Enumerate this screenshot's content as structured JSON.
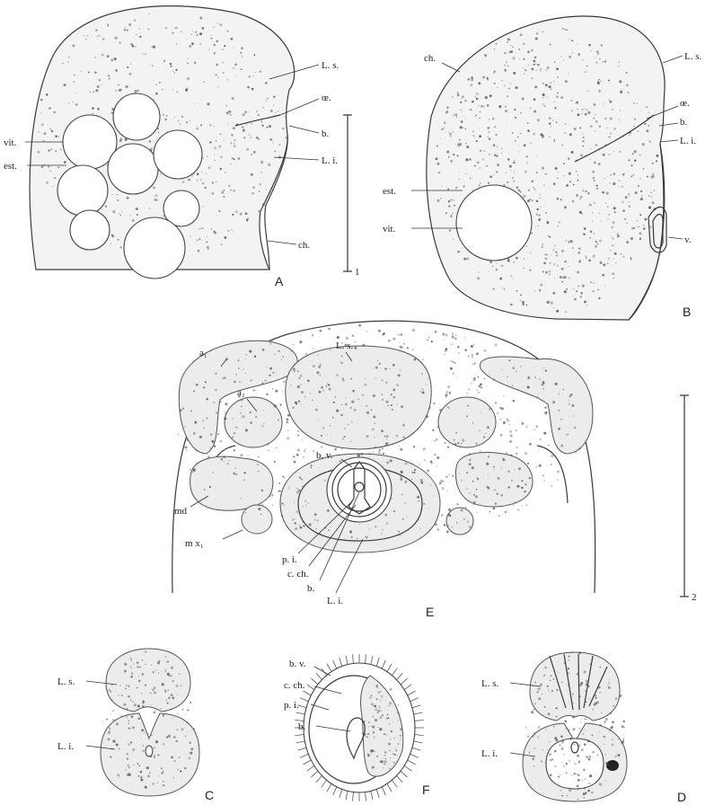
{
  "panels": {
    "A": {
      "letter": "A",
      "labels": {
        "ls": "L. s.",
        "oe": "œ.",
        "b": "b.",
        "li": "L. i.",
        "vit": "vit.",
        "est": "est.",
        "ch": "ch."
      }
    },
    "B": {
      "letter": "B",
      "labels": {
        "ch": "ch.",
        "ls": "L. s.",
        "oe": "œ.",
        "b": "b.",
        "li": "L. i.",
        "est": "est.",
        "vit": "vit.",
        "v": "v."
      }
    },
    "E": {
      "letter": "E",
      "labels": {
        "a1": "a₁",
        "a2": "a₂",
        "ls": "L. s.",
        "bv": "b. v.",
        "md": "md",
        "mx1": "m x₁",
        "pi": "p. i.",
        "cch": "c. ch.",
        "b": "b.",
        "li": "L. i."
      }
    },
    "C": {
      "letter": "C",
      "labels": {
        "ls": "L. s.",
        "li": "L. i."
      }
    },
    "F": {
      "letter": "F",
      "labels": {
        "bv": "b. v.",
        "cch": "c. ch.",
        "pi": "p. i.",
        "b": "b."
      }
    },
    "D": {
      "letter": "D",
      "labels": {
        "ls": "L. s.",
        "li": "L. i."
      }
    }
  },
  "scale_bars": [
    {
      "label": "1"
    },
    {
      "label": "2"
    }
  ]
}
